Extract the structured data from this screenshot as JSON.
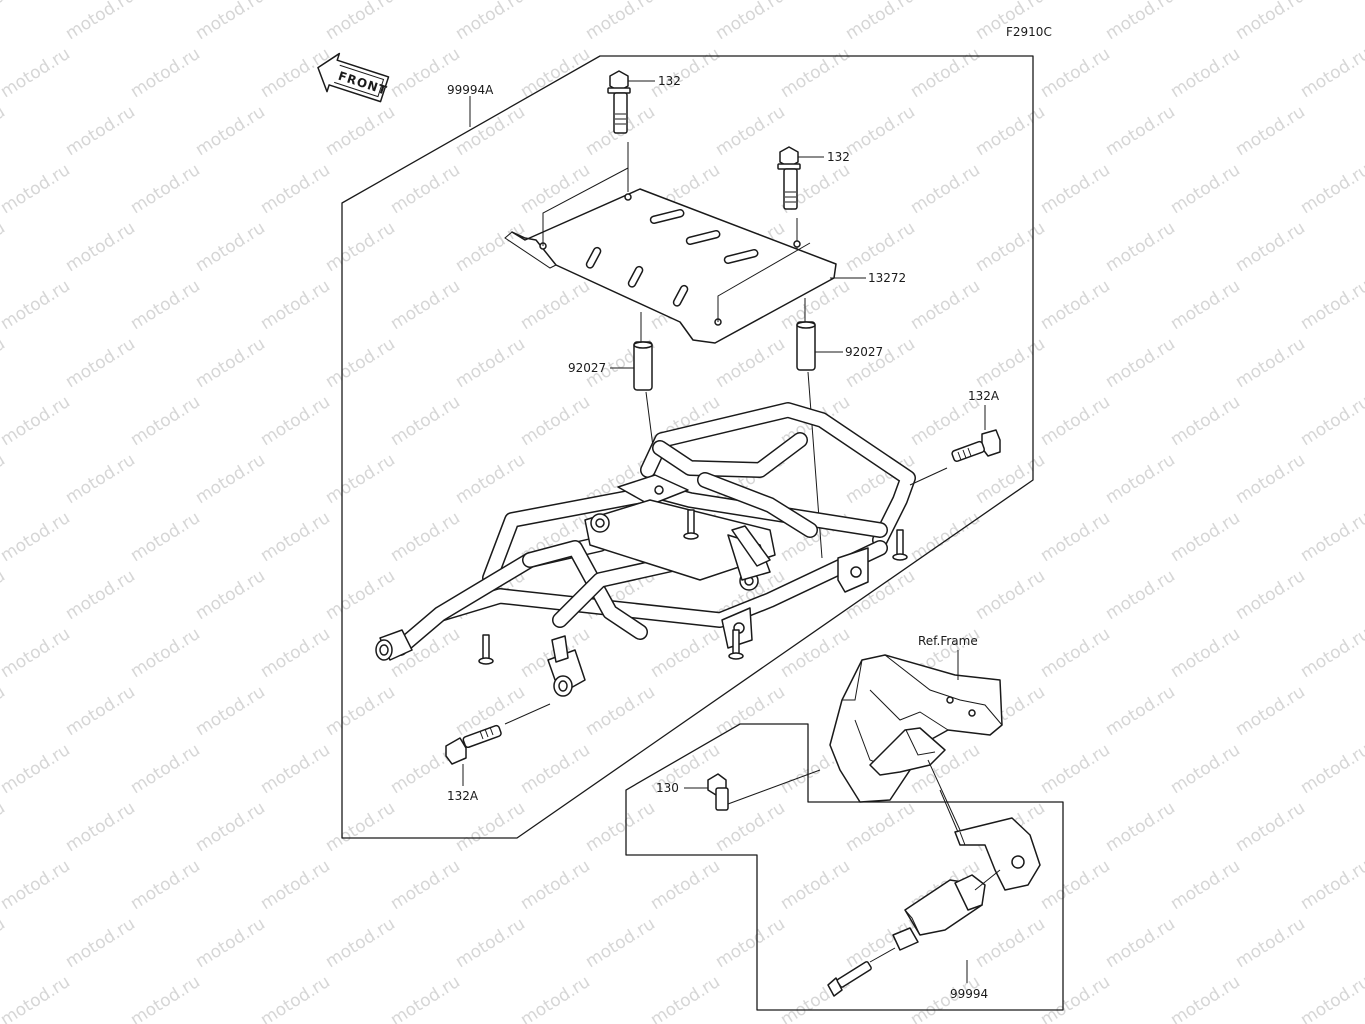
{
  "figure_code": "F2910C",
  "front_label": "FRONT",
  "watermark_text": "motod.ru",
  "ref_frame_label": "Ref.Frame",
  "callouts": {
    "kit_main": "99994A",
    "bolt_top_1": "132",
    "bolt_top_2": "132",
    "plate": "13272",
    "collar_left": "92027",
    "collar_right": "92027",
    "bolt_side_right": "132A",
    "bolt_side_left": "132A",
    "bolt_small": "130",
    "kit_lower": "99994"
  },
  "colors": {
    "line": "#1a1a1a",
    "watermark": "#d6d6d6",
    "background": "#ffffff"
  }
}
